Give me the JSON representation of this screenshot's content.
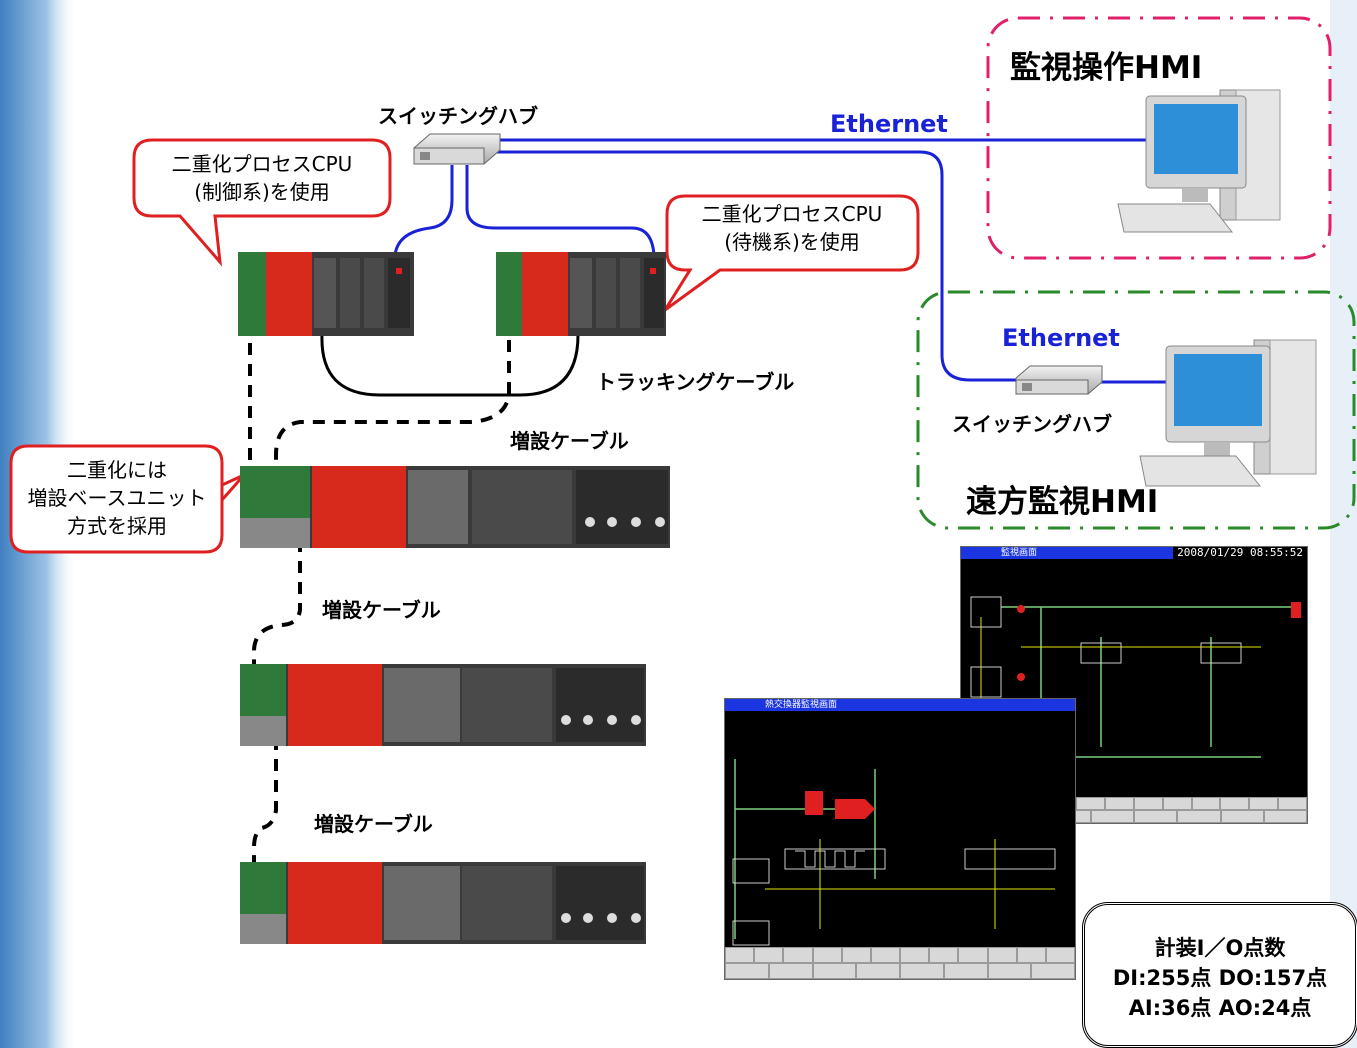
{
  "hub_label_top": "スイッチングハブ",
  "hub_label_remote": "スイッチングハブ",
  "ethernet_top": "Ethernet",
  "ethernet_remote": "Ethernet",
  "tracking_cable": "トラッキングケーブル",
  "extension_cables": [
    "増設ケーブル",
    "増設ケーブル",
    "増設ケーブル"
  ],
  "callouts": {
    "control_cpu": [
      "二重化プロセスCPU",
      "(制御系)を使用"
    ],
    "standby_cpu": [
      "二重化プロセスCPU",
      "(待機系)を使用"
    ],
    "extension_base": [
      "二重化には",
      "増設ベースユニット",
      "方式を採用"
    ]
  },
  "hmi": {
    "monitor_title": "監視操作HMI",
    "remote_title": "遠方監視HMI"
  },
  "io_points": {
    "title": "計装I／O点数",
    "line2": "DI:255点 DO:157点",
    "line3": "AI:36点 AO:24点"
  },
  "screen_back": {
    "title": "監視画面",
    "clock": "2008/01/29 08:55:52"
  },
  "screen_front": {
    "title": "熱交換器監視画面"
  },
  "colors": {
    "ethernet_blue": "#1a22d8",
    "callout_red": "#e02020",
    "monitor_border": "#e0206a",
    "remote_border": "#2a8a2a",
    "plc_red": "#d82a1c"
  }
}
